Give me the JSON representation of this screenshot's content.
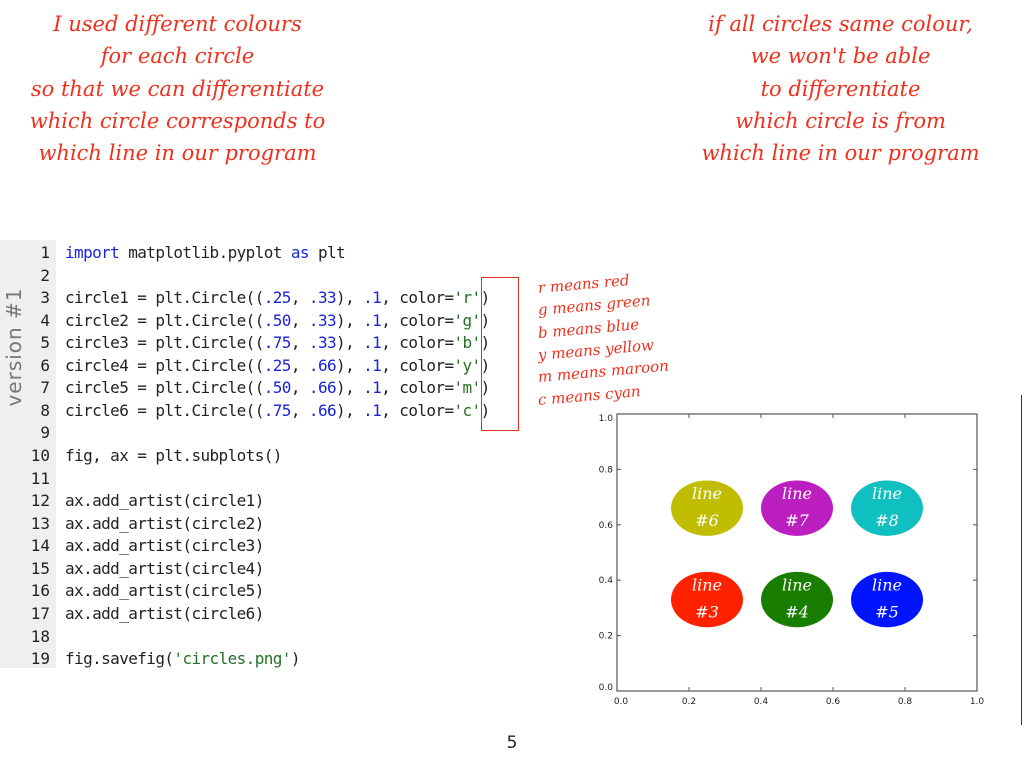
{
  "notes": {
    "left": [
      "I used different colours",
      "for each circle",
      "so that we can differentiate",
      "which circle corresponds to",
      "which line in our program"
    ],
    "right": [
      "if all circles same colour,",
      "we won't be able",
      "to differentiate",
      "which circle is from",
      "which line in our program"
    ]
  },
  "code": {
    "version_label": "version #1",
    "lines": [
      [
        [
          "kw",
          "import"
        ],
        [
          "t",
          " matplotlib.pyplot "
        ],
        [
          "kw",
          "as"
        ],
        [
          "t",
          " plt"
        ]
      ],
      [],
      [
        [
          "t",
          "circle1 = plt.Circle(("
        ],
        [
          "num",
          ".25"
        ],
        [
          "t",
          ", "
        ],
        [
          "num",
          ".33"
        ],
        [
          "t",
          "), "
        ],
        [
          "num",
          ".1"
        ],
        [
          "t",
          ", color="
        ],
        [
          "str",
          "'r'"
        ],
        [
          "t",
          ")"
        ]
      ],
      [
        [
          "t",
          "circle2 = plt.Circle(("
        ],
        [
          "num",
          ".50"
        ],
        [
          "t",
          ", "
        ],
        [
          "num",
          ".33"
        ],
        [
          "t",
          "), "
        ],
        [
          "num",
          ".1"
        ],
        [
          "t",
          ", color="
        ],
        [
          "str",
          "'g'"
        ],
        [
          "t",
          ")"
        ]
      ],
      [
        [
          "t",
          "circle3 = plt.Circle(("
        ],
        [
          "num",
          ".75"
        ],
        [
          "t",
          ", "
        ],
        [
          "num",
          ".33"
        ],
        [
          "t",
          "), "
        ],
        [
          "num",
          ".1"
        ],
        [
          "t",
          ", color="
        ],
        [
          "str",
          "'b'"
        ],
        [
          "t",
          ")"
        ]
      ],
      [
        [
          "t",
          "circle4 = plt.Circle(("
        ],
        [
          "num",
          ".25"
        ],
        [
          "t",
          ", "
        ],
        [
          "num",
          ".66"
        ],
        [
          "t",
          "), "
        ],
        [
          "num",
          ".1"
        ],
        [
          "t",
          ", color="
        ],
        [
          "str",
          "'y'"
        ],
        [
          "t",
          ")"
        ]
      ],
      [
        [
          "t",
          "circle5 = plt.Circle(("
        ],
        [
          "num",
          ".50"
        ],
        [
          "t",
          ", "
        ],
        [
          "num",
          ".66"
        ],
        [
          "t",
          "), "
        ],
        [
          "num",
          ".1"
        ],
        [
          "t",
          ", color="
        ],
        [
          "str",
          "'m'"
        ],
        [
          "t",
          ")"
        ]
      ],
      [
        [
          "t",
          "circle6 = plt.Circle(("
        ],
        [
          "num",
          ".75"
        ],
        [
          "t",
          ", "
        ],
        [
          "num",
          ".66"
        ],
        [
          "t",
          "), "
        ],
        [
          "num",
          ".1"
        ],
        [
          "t",
          ", color="
        ],
        [
          "str",
          "'c'"
        ],
        [
          "t",
          ")"
        ]
      ],
      [],
      [
        [
          "t",
          "fig, ax = plt.subplots()"
        ]
      ],
      [],
      [
        [
          "t",
          "ax.add_artist(circle1)"
        ]
      ],
      [
        [
          "t",
          "ax.add_artist(circle2)"
        ]
      ],
      [
        [
          "t",
          "ax.add_artist(circle3)"
        ]
      ],
      [
        [
          "t",
          "ax.add_artist(circle4)"
        ]
      ],
      [
        [
          "t",
          "ax.add_artist(circle5)"
        ]
      ],
      [
        [
          "t",
          "ax.add_artist(circle6)"
        ]
      ],
      [],
      [
        [
          "t",
          "fig.savefig("
        ],
        [
          "str",
          "'circles.png'"
        ],
        [
          "t",
          ")"
        ]
      ]
    ]
  },
  "color_notes": [
    "r means red",
    "g means green",
    "b means blue",
    "y means yellow",
    "m means maroon",
    "c means cyan"
  ],
  "chart_data": {
    "type": "scatter",
    "xlim": [
      0,
      1
    ],
    "ylim": [
      0,
      1
    ],
    "xticks": [
      "0.0",
      "0.2",
      "0.4",
      "0.6",
      "0.8",
      "1.0"
    ],
    "yticks": [
      "0.0",
      "0.2",
      "0.4",
      "0.6",
      "0.8",
      "1.0"
    ],
    "radius": 0.1,
    "circles": [
      {
        "x": 0.25,
        "y": 0.33,
        "color": "#ff2200",
        "label1": "line",
        "label2": "#3"
      },
      {
        "x": 0.5,
        "y": 0.33,
        "color": "#197d00",
        "label1": "line",
        "label2": "#4"
      },
      {
        "x": 0.75,
        "y": 0.33,
        "color": "#0014ff",
        "label1": "line",
        "label2": "#5"
      },
      {
        "x": 0.25,
        "y": 0.66,
        "color": "#c0bd00",
        "label1": "line",
        "label2": "#6"
      },
      {
        "x": 0.5,
        "y": 0.66,
        "color": "#bb1fc0",
        "label1": "line",
        "label2": "#7"
      },
      {
        "x": 0.75,
        "y": 0.66,
        "color": "#10c0c0",
        "label1": "line",
        "label2": "#8"
      }
    ]
  },
  "page_number": "5"
}
